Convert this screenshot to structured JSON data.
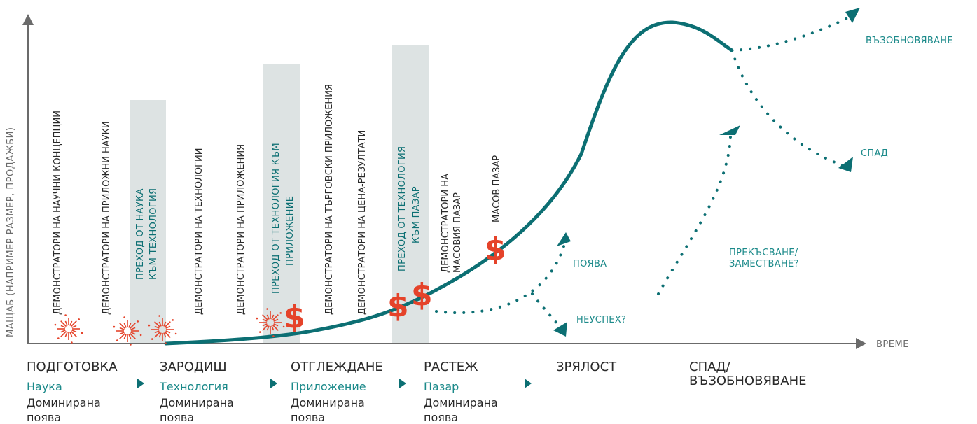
{
  "axes": {
    "y_label": "МАЩАБ (НАПРИМЕР РАЗМЕР, ПРОДАЖБИ)",
    "x_label": "ВРЕМЕ"
  },
  "vertical_labels": [
    {
      "lines": [
        "ДЕМОНСТРАТОРИ НА НАУЧНИ КОНЦЕПЦИИ"
      ]
    },
    {
      "lines": [
        "ДЕМОНСТРАТОРИ НА ПРИЛОЖНИ НАУКИ"
      ]
    },
    {
      "lines": [
        "ДЕМОНСТРАТОРИ НА ТЕХНОЛОГИИ"
      ]
    },
    {
      "lines": [
        "ДЕМОНСТРАТОРИ НА ПРИЛОЖЕНИЯ"
      ]
    },
    {
      "lines": [
        "ДЕМОНСТРАТОРИ НА ТЪРГОВСКИ ПРИЛОЖЕНИЯ"
      ]
    },
    {
      "lines": [
        "ДЕМОНСТРАТОРИ НА ЦЕНА-РЕЗУЛТАТИ"
      ]
    },
    {
      "lines": [
        "ДЕМОНСТРАТОРИ НА",
        "МАСОВИЯ ПАЗАР"
      ]
    },
    {
      "lines": [
        "МАСОВ ПАЗАР"
      ]
    }
  ],
  "transitions": [
    {
      "lines": [
        "ПРЕХОД ОТ НАУКА",
        "КЪМ ТЕХНОЛОГИЯ"
      ]
    },
    {
      "lines": [
        "ПРЕХОД ОТ ТЕХНОЛОГИЯ КЪМ",
        "ПРИЛОЖЕНИЕ"
      ]
    },
    {
      "lines": [
        "ПРЕХОД ОТ ТЕХНОЛОГИЯ",
        "КЪМ ПАЗАР"
      ]
    }
  ],
  "dollar_symbol": "$",
  "outcomes": {
    "emergence": "ПОЯВА",
    "failure": "НЕУСПЕХ?",
    "disruption": [
      "ПРЕКЪСВАНЕ/",
      "ЗАМЕСТВАНЕ?"
    ],
    "decline": "СПАД",
    "renewal": "ВЪЗОБНОВЯВАНЕ"
  },
  "phases": [
    {
      "name": "ПОДГОТОВКА",
      "domain": "Наука",
      "note1": "Доминирана",
      "note2": "поява"
    },
    {
      "name": "ЗАРОДИШ",
      "domain": "Технология",
      "note1": "Доминирана",
      "note2": "поява"
    },
    {
      "name": "ОТГЛЕЖДАНЕ",
      "domain": "Приложение",
      "note1": "Доминирана",
      "note2": "поява"
    },
    {
      "name": "РАСТЕЖ",
      "domain": "Пазар",
      "note1": "Доминирана",
      "note2": "поява"
    },
    {
      "name": "ЗРЯЛОСТ"
    },
    {
      "name": [
        "СПАД/",
        "ВЪЗОБНОВЯВАНЕ"
      ]
    }
  ],
  "colors": {
    "teal": "#0c6f73",
    "teal_text": "#1c8a8a",
    "band": "#dde3e3",
    "red": "#e5432a",
    "axis": "#6b6b6b",
    "text": "#2a2a2a"
  },
  "icons": {
    "burst": "firework-icon",
    "money": "dollar-icon",
    "arrow": "triangle-arrow-icon"
  }
}
